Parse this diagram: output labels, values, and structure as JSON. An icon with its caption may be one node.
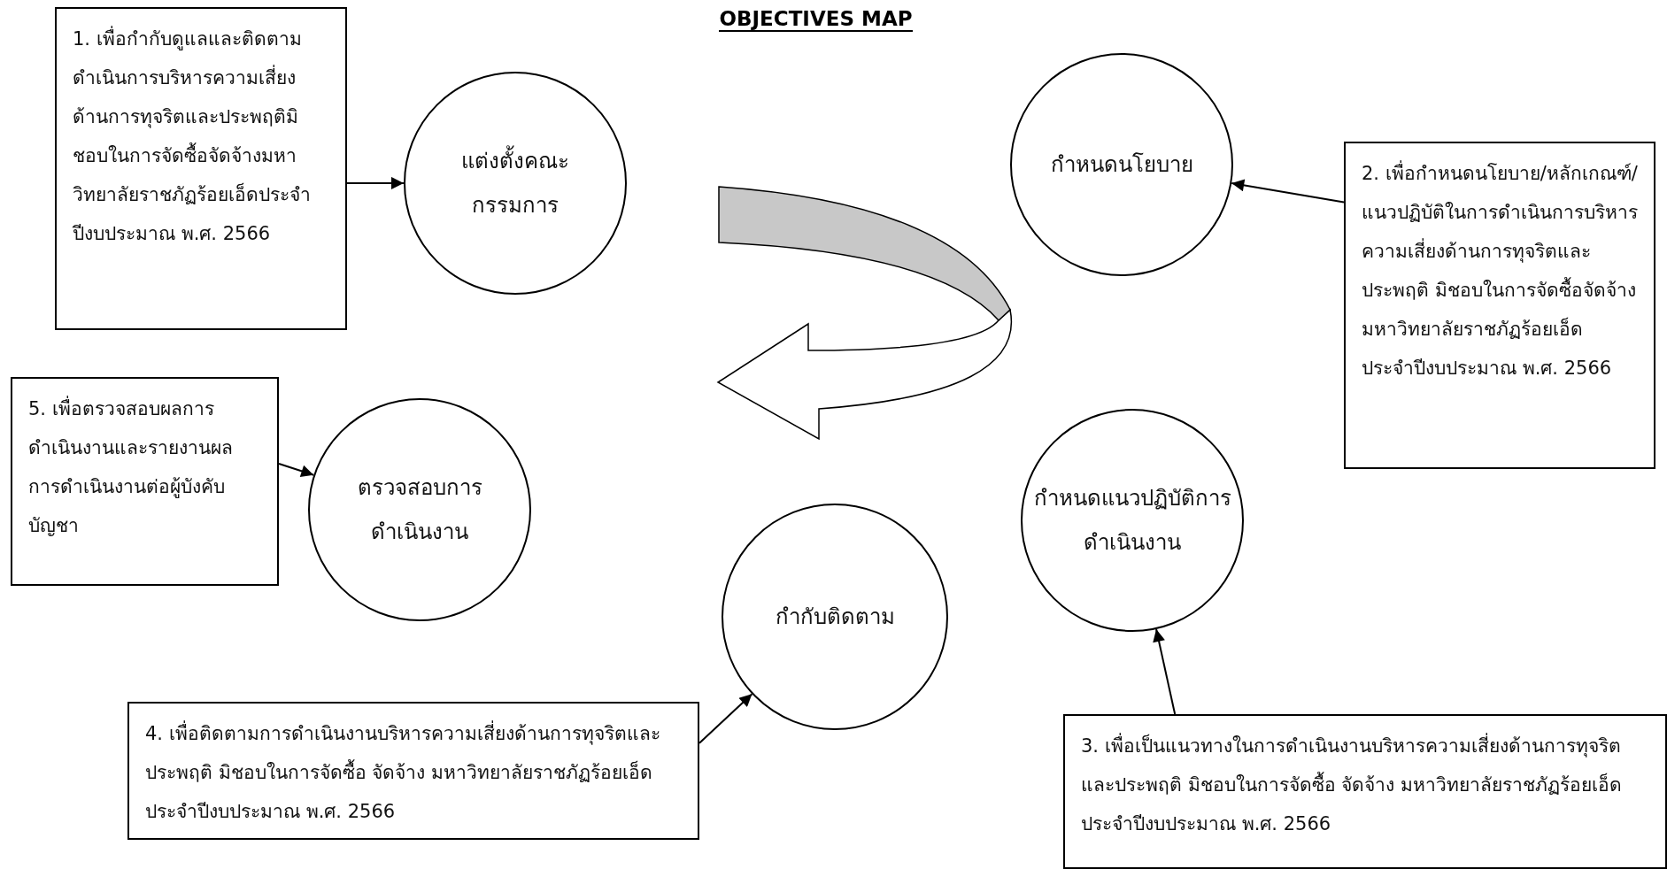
{
  "diagram": {
    "title": "OBJECTIVES MAP",
    "nodes": [
      {
        "text": [
          "1. เพื่อกำกับดูแลและติดตามดำเนินการบริหารความเสี่ยงด้านการทุจริตและประพฤติมิชอบในการจัดซื้อจัดจ้างมหาวิทยาลัยราชภัฏร้อยเอ็ดประจำปีงบประมาณ พ.ศ. 2566"
        ]
      },
      {
        "text": [
          "แต่งตั้งคณะกรรมการ"
        ]
      },
      {
        "text": [
          "กำหนดนโยบาย"
        ]
      },
      {
        "text": [
          "2. เพื่อกำหนดนโยบาย/หลักเกณฑ์/แนวปฏิบัติในการดำเนินการบริหารความเสี่ยงด้านการทุจริตและประพฤติ มิชอบในการจัดซื้อจัดจ้าง มหาวิทยาลัยราชภัฏร้อยเอ็ด ประจำปีงบประมาณ พ.ศ. 2566"
        ]
      },
      {
        "text": [
          "5. เพื่อตรวจสอบผลการดำเนินงานและรายงานผลการดำเนินงานต่อผู้บังคับบัญชา"
        ]
      },
      {
        "text": [
          "ตรวจสอบการดำเนินงาน"
        ]
      },
      {
        "text": [
          "กำหนดแนวปฏิบัติการดำเนินงาน"
        ]
      },
      {
        "text": [
          "กำกับติดตาม"
        ]
      },
      {
        "text": [
          "4. เพื่อติดตามการดำเนินงานบริหารความเสี่ยงด้านการทุจริตและประพฤติ มิชอบในการจัดซื้อ จัดจ้าง มหาวิทยาลัยราชภัฏร้อยเอ็ด ประจำปีงบประมาณ พ.ศ. 2566"
        ]
      },
      {
        "text": [
          "3. เพื่อเป็นแนวทางในการดำเนินงานบริหารความเสี่ยงด้านการทุจริตและประพฤติ มิชอบในการจัดซื้อ จัดจ้าง มหาวิทยาลัยราชภัฏร้อยเอ็ด ประจำปีงบประมาณ พ.ศ. 2566"
        ]
      }
    ],
    "edges": [
      {
        "from": 0,
        "to": 1,
        "arrow": "to"
      },
      {
        "from": 3,
        "to": 2,
        "arrow": "to"
      },
      {
        "from": 4,
        "to": 5,
        "arrow": "to"
      },
      {
        "from": 8,
        "to": 7,
        "arrow": "to"
      },
      {
        "from": 9,
        "to": 6,
        "arrow": "to"
      }
    ]
  }
}
